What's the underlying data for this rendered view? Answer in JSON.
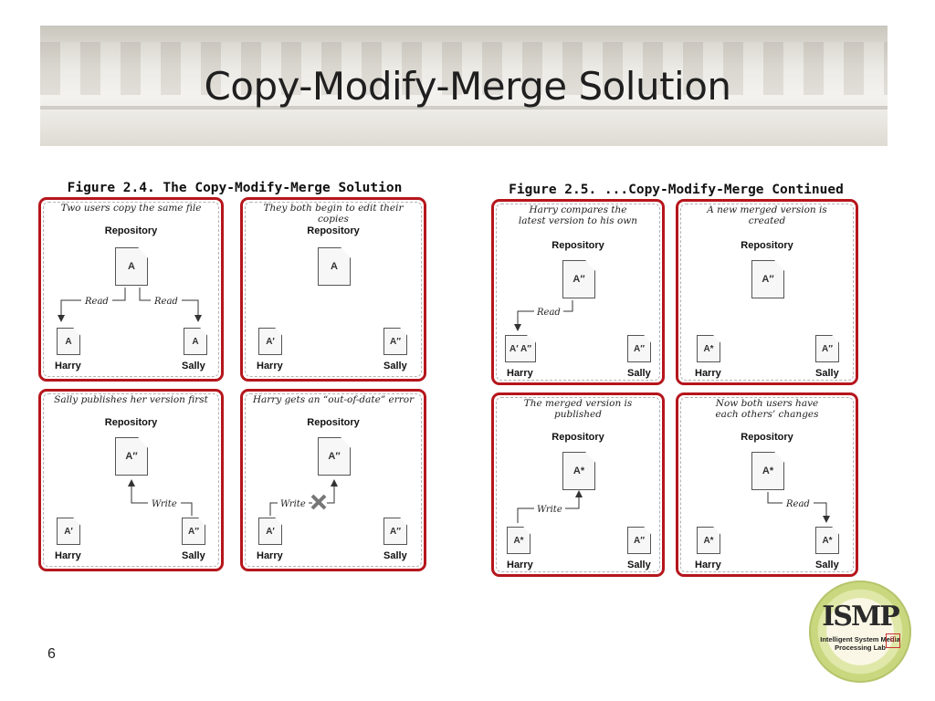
{
  "slide": {
    "title": "Copy-Modify-Merge Solution",
    "page_number": "6"
  },
  "figures": [
    {
      "caption": "Figure 2.4. The Copy-Modify-Merge Solution",
      "panels": [
        {
          "caption": "Two users copy the same file",
          "repository": "Repository",
          "repo_doc": "A",
          "harry": {
            "name": "Harry",
            "doc": "A"
          },
          "sally": {
            "name": "Sally",
            "doc": "A"
          },
          "arrows": [
            {
              "label": "Read"
            },
            {
              "label": "Read"
            }
          ]
        },
        {
          "caption": "They both begin to edit their copies",
          "repository": "Repository",
          "repo_doc": "A",
          "harry": {
            "name": "Harry",
            "doc": "A′"
          },
          "sally": {
            "name": "Sally",
            "doc": "A″"
          },
          "arrows": []
        },
        {
          "caption": "Sally publishes her version first",
          "repository": "Repository",
          "repo_doc": "A″",
          "harry": {
            "name": "Harry",
            "doc": "A′"
          },
          "sally": {
            "name": "Sally",
            "doc": "A″"
          },
          "arrows": [
            {
              "label": "Write"
            }
          ]
        },
        {
          "caption": "Harry gets an “out-of-date” error",
          "repository": "Repository",
          "repo_doc": "A″",
          "harry": {
            "name": "Harry",
            "doc": "A′"
          },
          "sally": {
            "name": "Sally",
            "doc": "A″"
          },
          "arrows": [
            {
              "label": "Write"
            }
          ]
        }
      ]
    },
    {
      "caption": "Figure 2.5. ...Copy-Modify-Merge Continued",
      "panels": [
        {
          "caption": "Harry compares the latest version to his own",
          "repository": "Repository",
          "repo_doc": "A″",
          "harry": {
            "name": "Harry",
            "doc": "A′ A″"
          },
          "sally": {
            "name": "Sally",
            "doc": "A″"
          },
          "arrows": [
            {
              "label": "Read"
            }
          ]
        },
        {
          "caption": "A new merged version is created",
          "repository": "Repository",
          "repo_doc": "A″",
          "harry": {
            "name": "Harry",
            "doc": "A*"
          },
          "sally": {
            "name": "Sally",
            "doc": "A″"
          },
          "arrows": []
        },
        {
          "caption": "The merged version is published",
          "repository": "Repository",
          "repo_doc": "A*",
          "harry": {
            "name": "Harry",
            "doc": "A*"
          },
          "sally": {
            "name": "Sally",
            "doc": "A″"
          },
          "arrows": [
            {
              "label": "Write"
            }
          ]
        },
        {
          "caption": "Now both users have each others’ changes",
          "repository": "Repository",
          "repo_doc": "A*",
          "harry": {
            "name": "Harry",
            "doc": "A*"
          },
          "sally": {
            "name": "Sally",
            "doc": "A*"
          },
          "arrows": [
            {
              "label": "Read"
            }
          ]
        }
      ]
    }
  ],
  "logo": {
    "wordmark": "ISMP",
    "subtitle": "Intelligent System Media Processing Lab",
    "seal": "ISMP"
  },
  "colors": {
    "panel_border": "#b5161c",
    "banner": "#e9e7e1"
  }
}
